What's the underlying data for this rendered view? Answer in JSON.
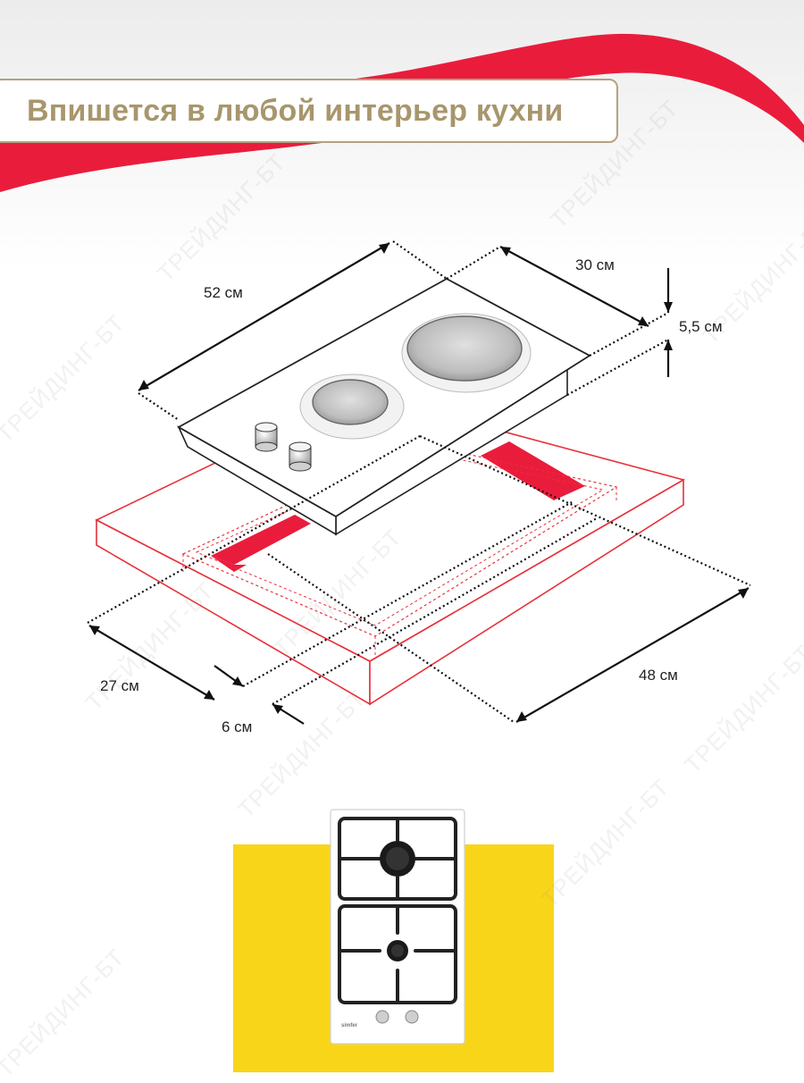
{
  "headline": "Впишется в любой интерьер кухни",
  "dimensions": {
    "length": "52 см",
    "width": "30 см",
    "height": "5,5 см",
    "cutout_depth": "27 см",
    "cutout_margin": "6 см",
    "cutout_length": "48 см"
  },
  "watermark": "ТРЕЙДИНГ-БТ",
  "product_brand": "simfer",
  "colors": {
    "accent_red": "#ea1c3c",
    "headline_gold": "#a8966c",
    "frame_border": "#b3a27e",
    "yellow_panel": "#f9d51a"
  }
}
